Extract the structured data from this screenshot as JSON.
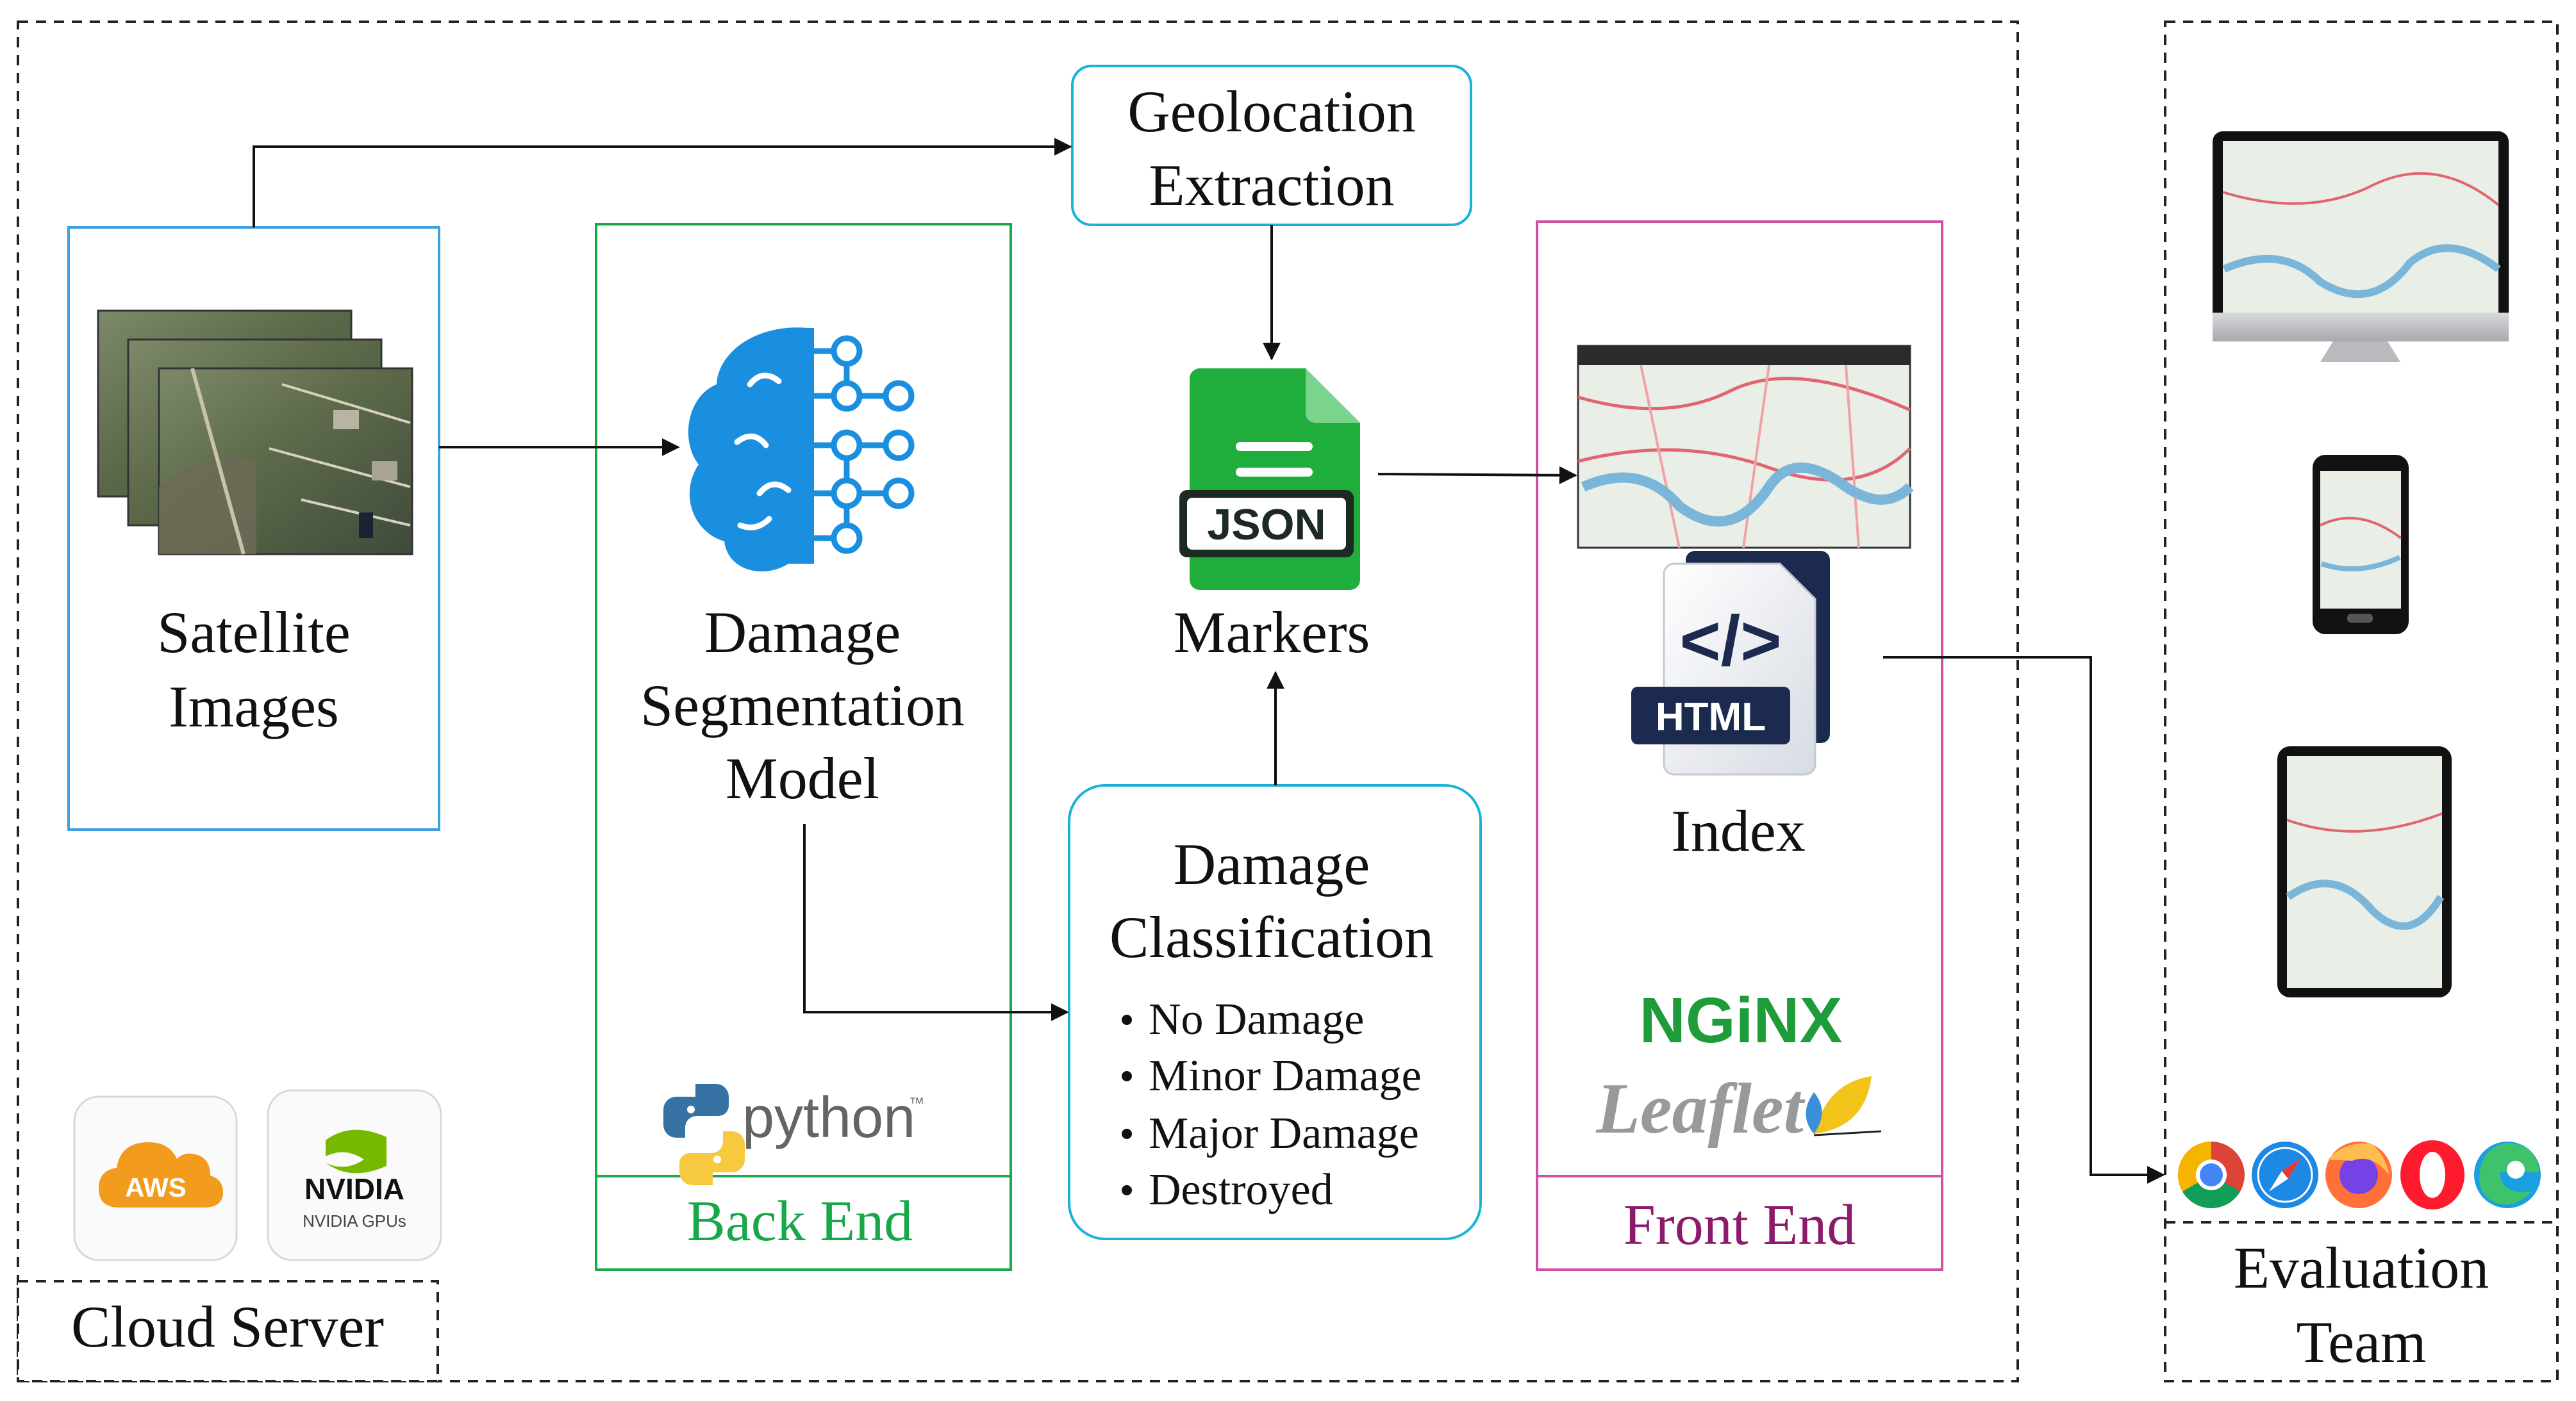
{
  "cloud_server": {
    "label": "Cloud Server"
  },
  "satellite": {
    "line1": "Satellite",
    "line2": "Images"
  },
  "model": {
    "line1": "Damage",
    "line2": "Segmentation",
    "line3": "Model"
  },
  "back_end": {
    "label": "Back End",
    "python_label": "python",
    "tm": "™"
  },
  "geolocation": {
    "line1": "Geolocation",
    "line2": "Extraction"
  },
  "markers": {
    "label": "Markers",
    "json_badge": "JSON"
  },
  "classification": {
    "line1": "Damage",
    "line2": "Classification",
    "items": [
      "No Damage",
      "Minor Damage",
      "Major Damage",
      "Destroyed"
    ]
  },
  "front_end": {
    "label": "Front End",
    "index_label": "Index",
    "html_badge": "HTML",
    "html_glyph": "</>",
    "nginx_label": "NGiNX",
    "leaflet_label": "Leaflet"
  },
  "cloud_logos": {
    "aws": "AWS",
    "nvidia": "NVIDIA",
    "nvidia_sub": "NVIDIA GPUs"
  },
  "evaluation": {
    "line1": "Evaluation",
    "line2": "Team"
  },
  "colors": {
    "satellite_border": "#3fa0e0",
    "backend_green": "#18a84a",
    "box_cyan": "#1ab2d6",
    "frontend_pink": "#d24fa8",
    "frontend_text": "#8b1a6b",
    "json_green": "#1fae3c",
    "brain_blue": "#1a8fe0",
    "nginx_green": "#1e9c3a",
    "aws_orange": "#f29b1c",
    "nvidia_green": "#76b900"
  }
}
